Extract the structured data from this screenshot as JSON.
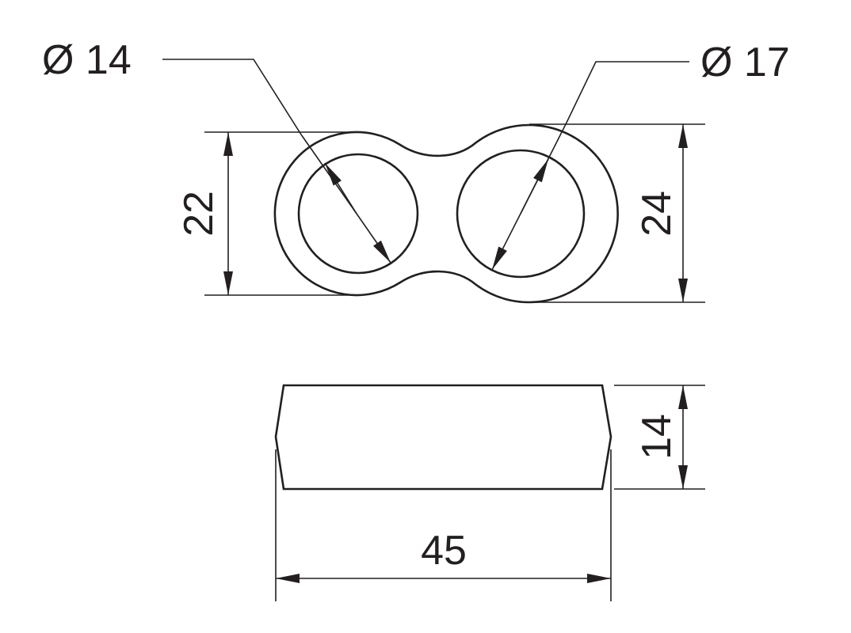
{
  "drawing": {
    "top_view": {
      "left_hole_label": "Ø 14",
      "right_hole_label": "Ø 17",
      "left_height_label": "22",
      "right_height_label": "24"
    },
    "side_view": {
      "thickness_label": "14",
      "length_label": "45"
    },
    "line_color": "#231f20"
  }
}
